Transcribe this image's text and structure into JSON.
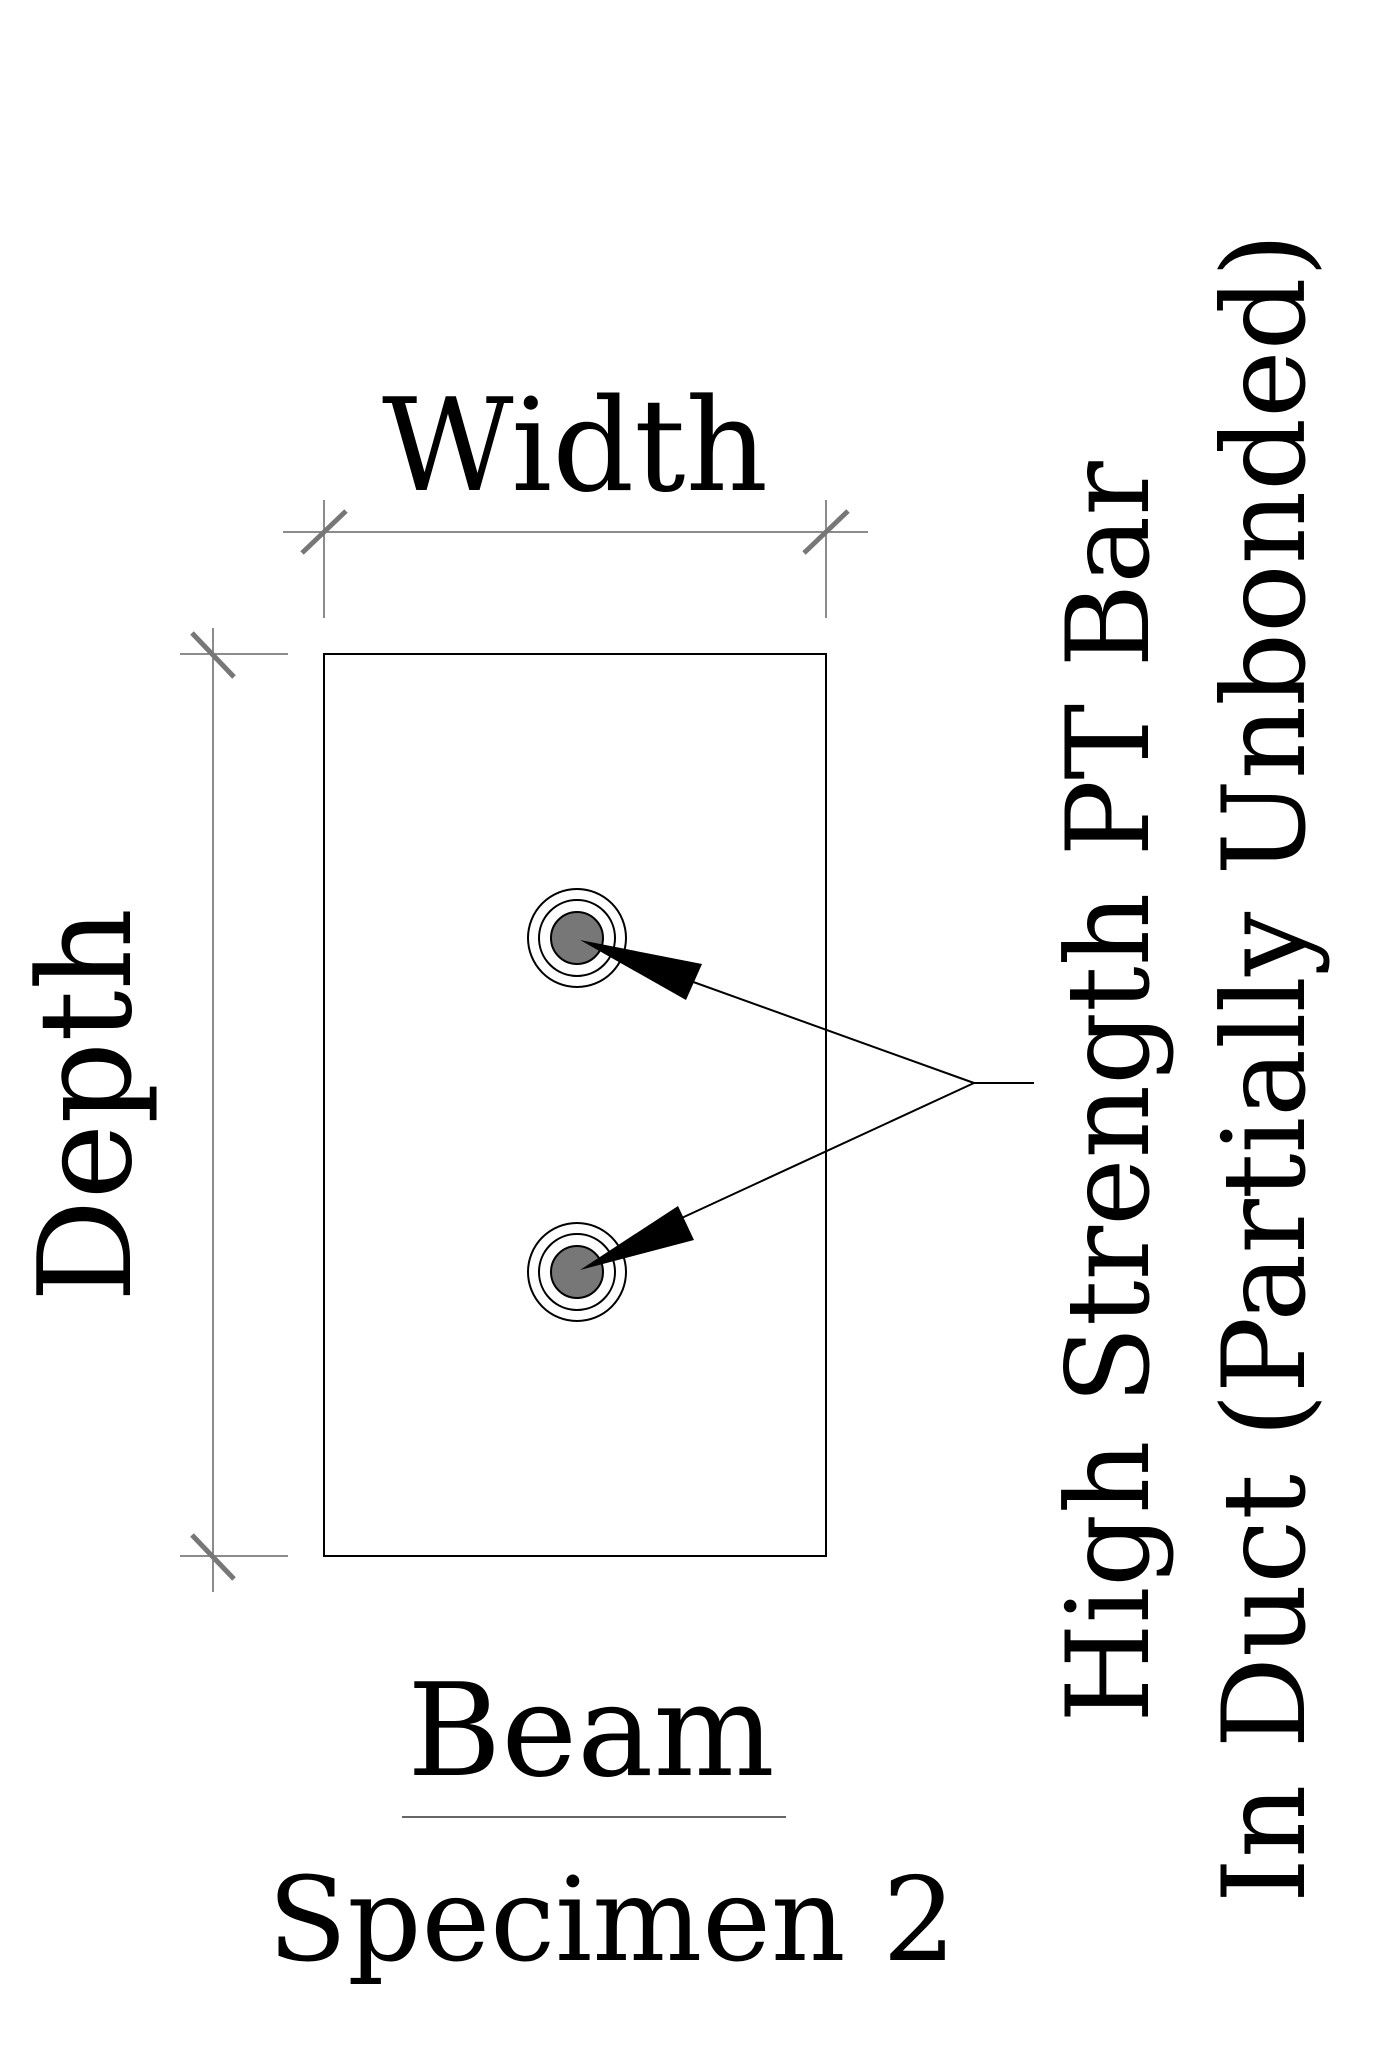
{
  "labels": {
    "width": "Width",
    "depth": "Depth",
    "beam": "Beam",
    "specimen": "Specimen 2",
    "callout_line1": "High Strength PT Bar",
    "callout_line2": "In Duct (Partially Unbonded)"
  },
  "colors": {
    "ink": "#000000",
    "dimension_line": "#666666",
    "tick": "#777777",
    "bar_fill": "#777777",
    "background": "#ffffff"
  },
  "elements": {
    "bar_count": 2
  }
}
